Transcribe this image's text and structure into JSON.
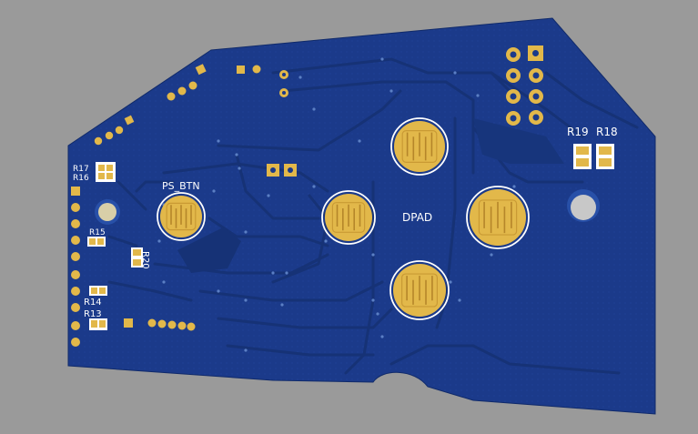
{
  "viewer": {
    "background_color": "#9a9a9a"
  },
  "board": {
    "substrate_color": "#1b3a8a",
    "trace_color": "#163276",
    "pad_color": "#e2b84a",
    "silkscreen_color": "#ffffff"
  },
  "labels": {
    "ps_btn": "PS_BTN",
    "dpad": "DPAD",
    "r19": "R19",
    "r18": "R18",
    "r17": "R17",
    "r16": "R16",
    "r15": "R15",
    "r14": "R14",
    "r13": "R13",
    "r20": "R20"
  }
}
